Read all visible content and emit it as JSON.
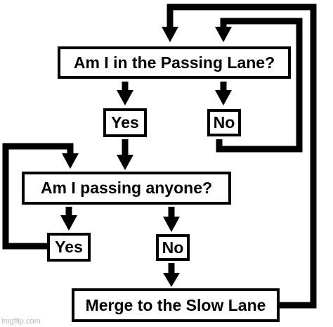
{
  "flowchart": {
    "question_passing_lane": "Am I in the Passing Lane?",
    "answer_yes_1": "Yes",
    "answer_no_1": "No",
    "question_passing_anyone": "Am I passing anyone?",
    "answer_yes_2": "Yes",
    "answer_no_2": "No",
    "action_merge": "Merge to the Slow Lane"
  },
  "colors": {
    "stroke": "#000000",
    "background": "#ffffff"
  },
  "watermark": "imgflip.com"
}
